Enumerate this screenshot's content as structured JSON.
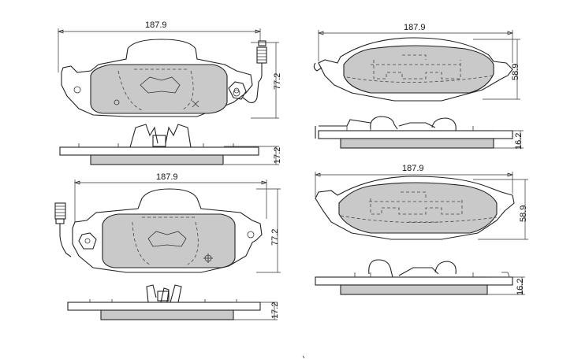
{
  "drawing": {
    "views": [
      {
        "id": "top-left-front",
        "width_label": "187.9",
        "height_label": "77.2"
      },
      {
        "id": "top-left-side",
        "thickness_label": "17.2"
      },
      {
        "id": "bottom-left-front",
        "width_label": "187.9",
        "height_label": "77.2"
      },
      {
        "id": "bottom-left-side",
        "thickness_label": "17.2"
      },
      {
        "id": "top-right-front",
        "width_label": "187.9",
        "height_label": "58.9"
      },
      {
        "id": "top-right-side",
        "thickness_label": "16.2"
      },
      {
        "id": "bottom-right-front",
        "width_label": "187.9",
        "height_label": "58.9"
      },
      {
        "id": "bottom-right-side",
        "thickness_label": "16.2"
      }
    ]
  }
}
